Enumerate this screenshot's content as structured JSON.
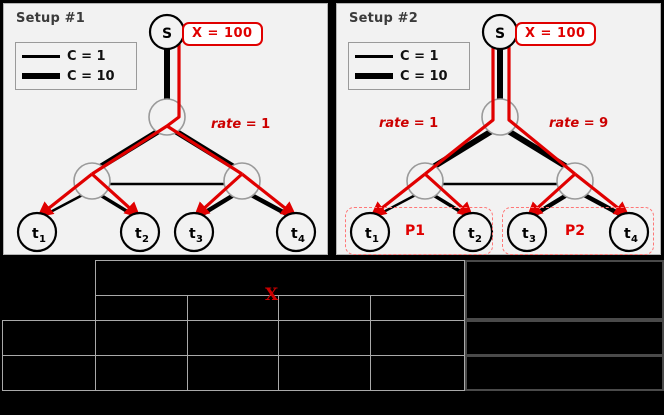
{
  "figure": {
    "background_color": "#000000",
    "panel_background": "#f2f2f2",
    "accent_red": "#e00000",
    "edge_black": "#000000",
    "node_gray": "#9a9a9a"
  },
  "panels": [
    {
      "title": "Setup #1",
      "legend": {
        "rows": [
          {
            "label": "C = 1",
            "weight": "thin"
          },
          {
            "label": "C = 10",
            "weight": "thick"
          }
        ]
      },
      "callout": "X = 100",
      "source_node": "S",
      "rate_labels": [
        {
          "prefix": "rate",
          "value": "= 1"
        }
      ],
      "terminals": [
        {
          "label": "t",
          "sub": "1"
        },
        {
          "label": "t",
          "sub": "2"
        },
        {
          "label": "t",
          "sub": "3"
        },
        {
          "label": "t",
          "sub": "4"
        }
      ],
      "groups": []
    },
    {
      "title": "Setup #2",
      "legend": {
        "rows": [
          {
            "label": "C = 1",
            "weight": "thin"
          },
          {
            "label": "C = 10",
            "weight": "thick"
          }
        ]
      },
      "callout": "X = 100",
      "source_node": "S",
      "rate_labels": [
        {
          "prefix": "rate",
          "value": "= 1"
        },
        {
          "prefix": "rate",
          "value": "= 9"
        }
      ],
      "terminals": [
        {
          "label": "t",
          "sub": "1"
        },
        {
          "label": "t",
          "sub": "2"
        },
        {
          "label": "t",
          "sub": "3"
        },
        {
          "label": "t",
          "sub": "4"
        }
      ],
      "groups": [
        {
          "label": "P1"
        },
        {
          "label": "P2"
        }
      ]
    }
  ],
  "table": {
    "x_mark": "X",
    "cells": [
      {
        "text": ""
      },
      {
        "text": ""
      },
      {
        "text": ""
      },
      {
        "text": ""
      },
      {
        "text": ""
      },
      {
        "text": ""
      },
      {
        "text": ""
      },
      {
        "text": ""
      },
      {
        "text": ""
      },
      {
        "text": ""
      },
      {
        "text": ""
      },
      {
        "text": ""
      },
      {
        "text": ""
      },
      {
        "text": ""
      },
      {
        "text": ""
      },
      {
        "text": ""
      },
      {
        "text": ""
      },
      {
        "text": ""
      }
    ]
  }
}
